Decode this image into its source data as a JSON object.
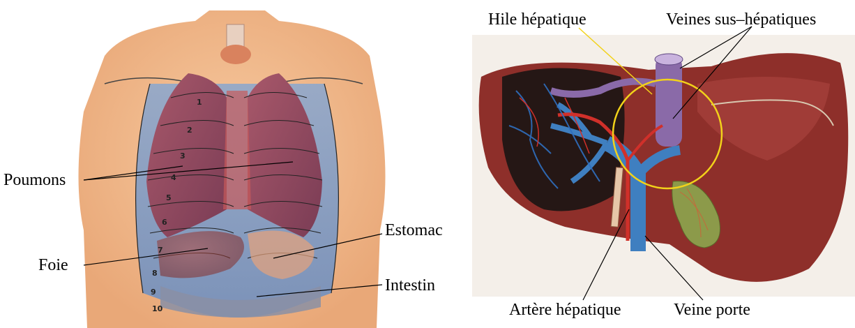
{
  "left_figure": {
    "labels": {
      "poumons": "Poumons",
      "foie": "Foie",
      "estomac": "Estomac",
      "intestin": "Intestin"
    },
    "rib_numbers": [
      "1",
      "2",
      "3",
      "4",
      "5",
      "6",
      "7",
      "8",
      "9",
      "10"
    ]
  },
  "right_figure": {
    "labels": {
      "hile": "Hile hépatique",
      "veines_sus": "Veines sus–hépatiques",
      "artere": "Artère hépatique",
      "veine_porte": "Veine porte"
    },
    "colors": {
      "liver": "#8e2f2a",
      "portal_vein": "#3f7fc0",
      "artery": "#d0302a",
      "hepatic_vein": "#8a6aa8",
      "highlight_circle": "#f2d21a",
      "gallbladder": "#8c9a4a"
    }
  }
}
